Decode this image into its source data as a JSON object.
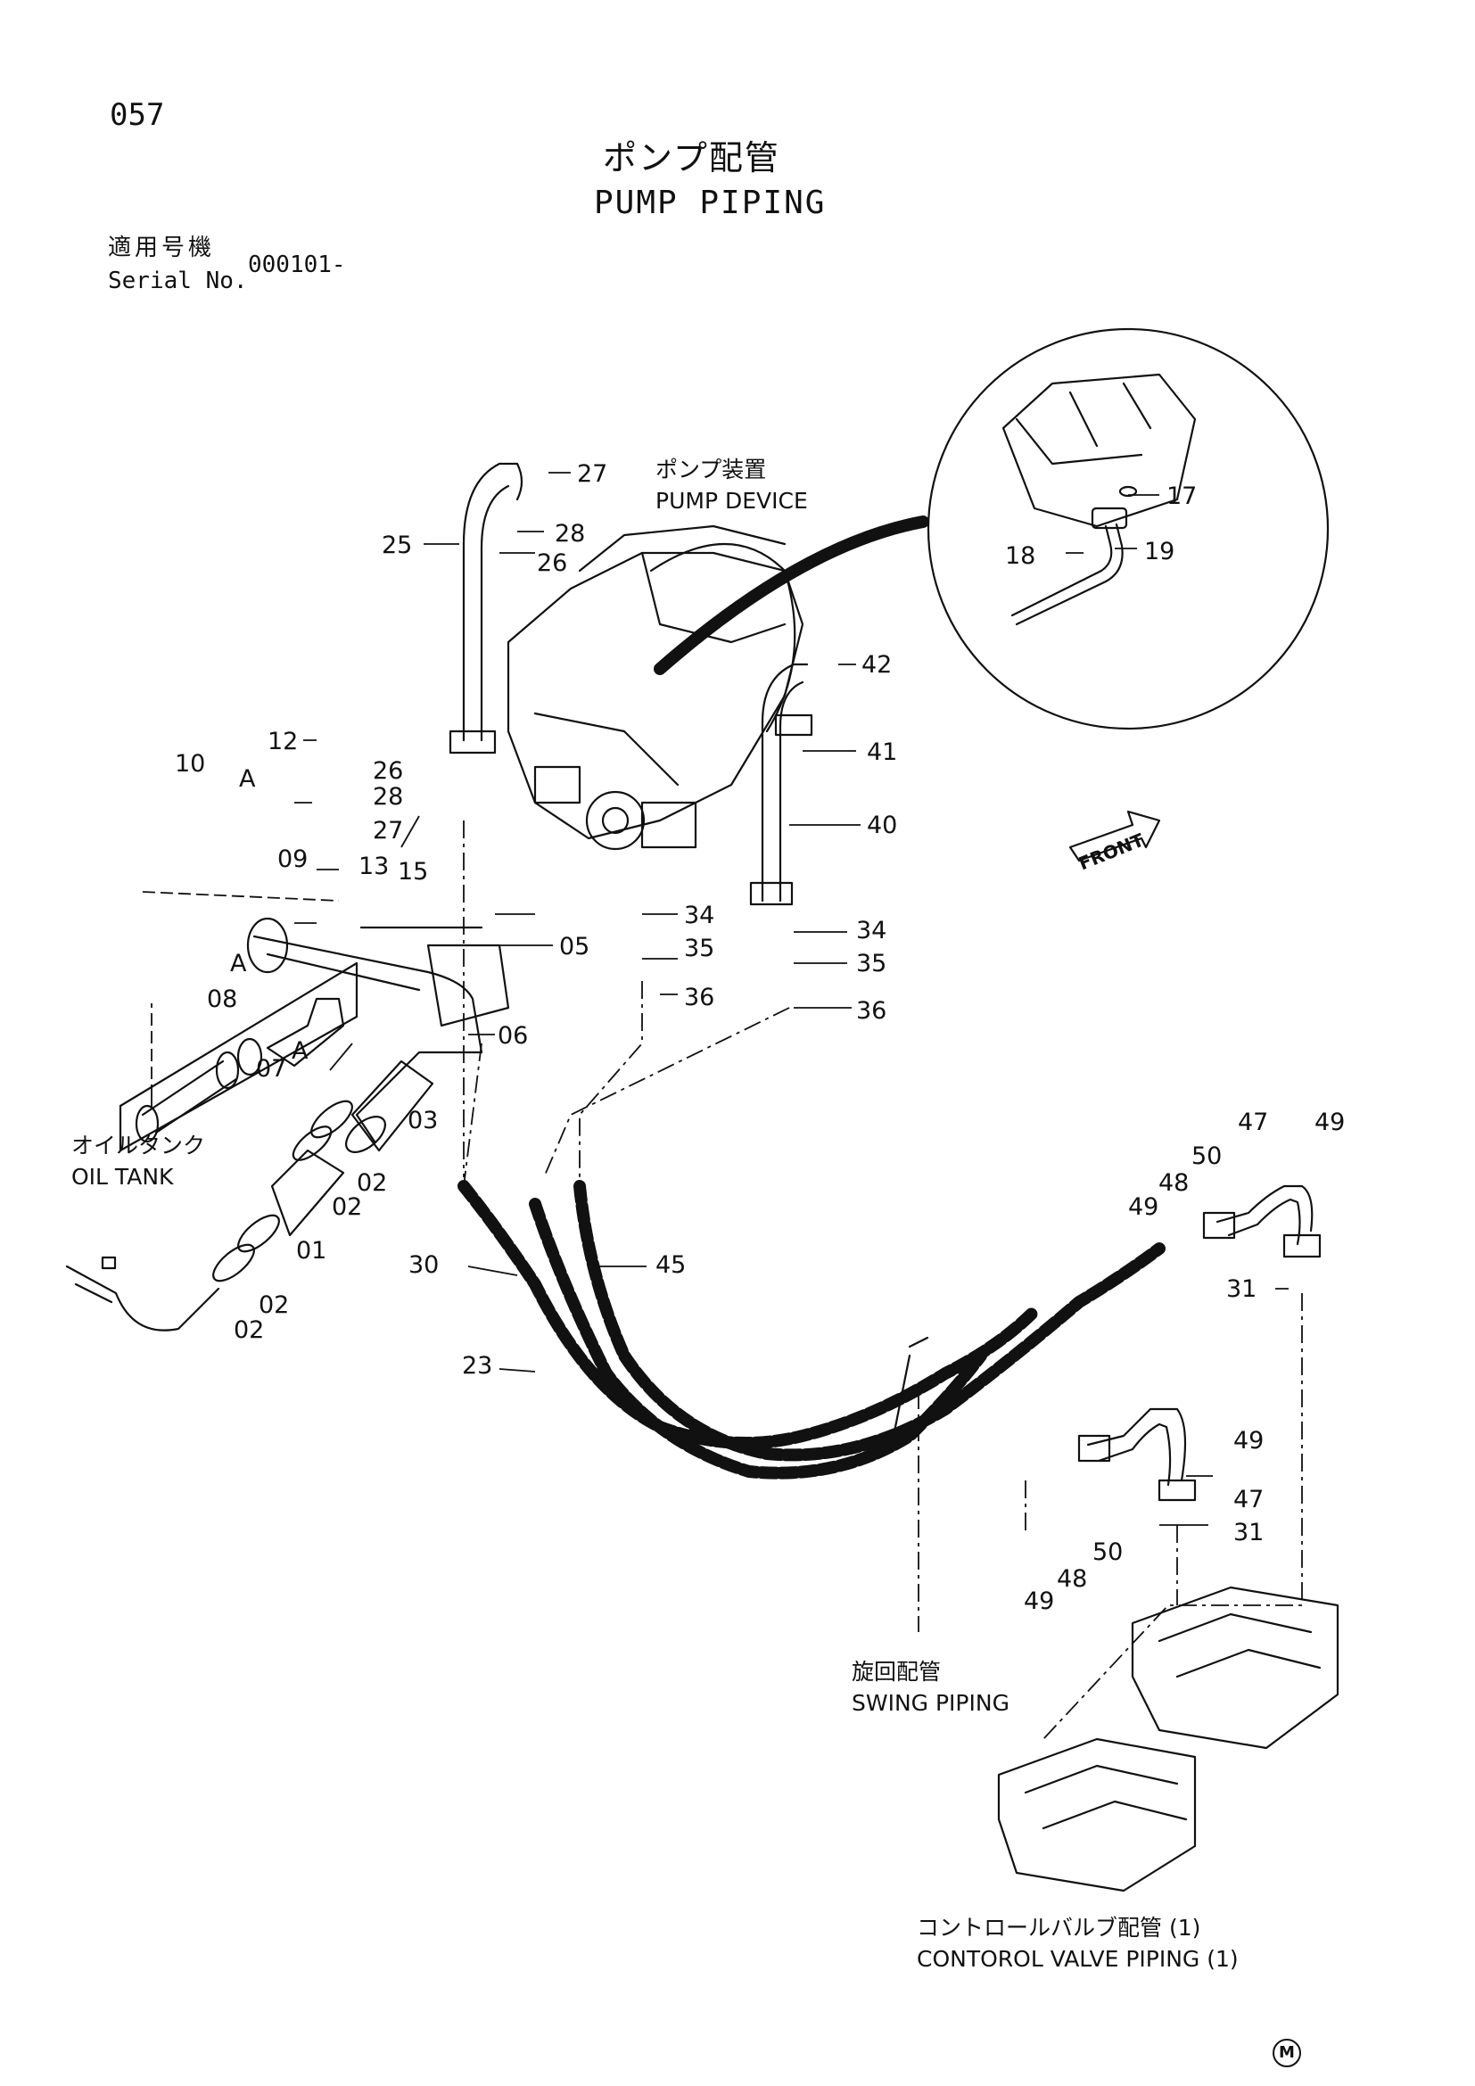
{
  "page_number": "057",
  "title_ja": "ポンプ配管",
  "title_en": "PUMP PIPING",
  "serial": {
    "label_ja": "適用号機",
    "label_en": "Serial No.",
    "value": "000101-"
  },
  "captions": {
    "pump_device_ja": "ポンプ装置",
    "pump_device_en": "PUMP DEVICE",
    "oil_tank_ja": "オイルタンク",
    "oil_tank_en": "OIL TANK",
    "swing_piping_ja": "旋回配管",
    "swing_piping_en": "SWING PIPING",
    "control_valve_ja": "コントロールバルブ配管 (1)",
    "control_valve_en": "CONTOROL VALVE PIPING (1)",
    "front_label": "FRONT"
  },
  "view_marker": "A",
  "trademark": "M",
  "callouts": [
    "27",
    "28",
    "26",
    "25",
    "17",
    "18",
    "19",
    "42",
    "12",
    "10",
    "A",
    "26",
    "28",
    "27",
    "41",
    "09",
    "13",
    "40",
    "15",
    "34",
    "05",
    "35",
    "36",
    "34",
    "35",
    "36",
    "06",
    "08",
    "A",
    "A",
    "07",
    "03",
    "02",
    "02",
    "01",
    "02",
    "02",
    "47",
    "49",
    "50",
    "48",
    "49",
    "31",
    "30",
    "45",
    "23",
    "49",
    "47",
    "50",
    "31",
    "48",
    "49"
  ]
}
